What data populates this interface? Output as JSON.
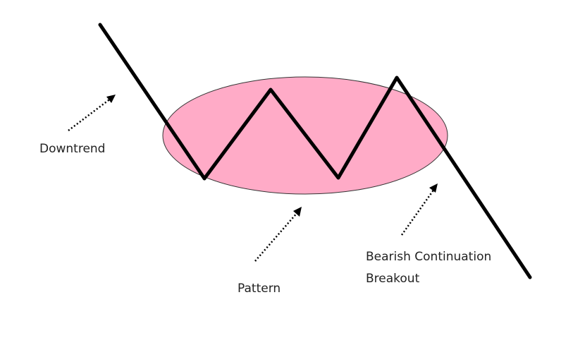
{
  "labels": {
    "downtrend": "Downtrend",
    "pattern": "Pattern",
    "breakout_line1": "Bearish Continuation",
    "breakout_line2": "Breakout"
  },
  "colors": {
    "pattern_fill": "#FFABC7",
    "price_line": "#000000",
    "arrow": "#000000"
  }
}
